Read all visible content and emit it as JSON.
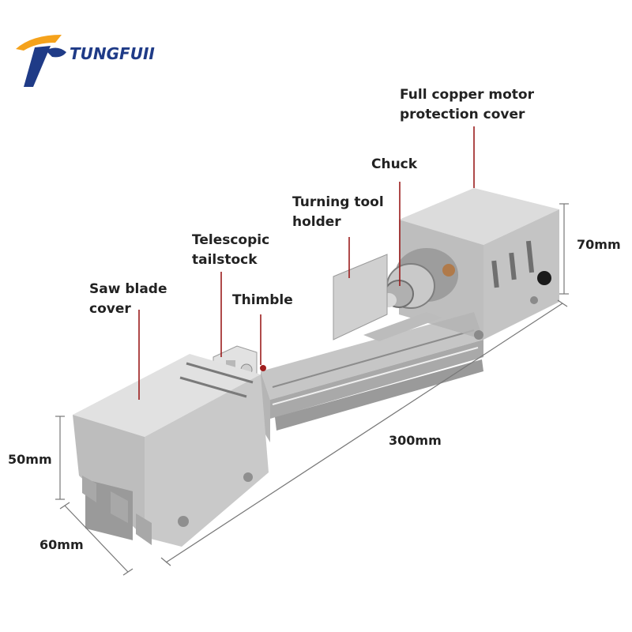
{
  "brand": {
    "name": "TUNGFUII",
    "logo_icon": "tungfuii-logo-icon",
    "colors": {
      "orange": "#f5a21b",
      "navy": "#1f3b87"
    }
  },
  "labels": {
    "motor_cover": [
      "Full copper motor",
      "protection cover"
    ],
    "chuck": "Chuck",
    "tool_holder": [
      "Turning tool",
      "holder"
    ],
    "tailstock": [
      "Telescopic",
      "tailstock"
    ],
    "thimble": "Thimble",
    "saw_cover": [
      "Saw blade",
      "cover"
    ]
  },
  "dimensions": {
    "height_motor": "70mm",
    "length": "300mm",
    "height_front": "50mm",
    "width": "60mm"
  },
  "colors": {
    "leader": "#9b1c1c",
    "metal_light": "#d9d9d9",
    "metal_mid": "#bdbdbd",
    "metal_dark": "#8f8f8f"
  }
}
